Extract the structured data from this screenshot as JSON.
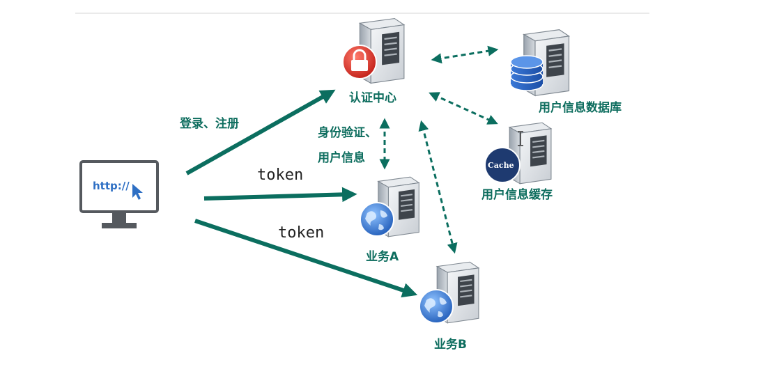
{
  "nodes": {
    "auth_center": "认证中心",
    "user_db": "用户信息数据库",
    "user_cache": "用户信息缓存",
    "service_a": "业务A",
    "service_b": "业务B"
  },
  "client": {
    "url_text": "http://"
  },
  "edges": {
    "login_register": "登录、注册",
    "auth_line1": "身份验证、",
    "auth_line2": "用户信息",
    "token_a": "token",
    "token_b": "token"
  },
  "icons": {
    "cache_badge": "Cache"
  },
  "colors": {
    "arrow": "#0b6e5f",
    "label": "#0d6d5e",
    "lock": "#d42a22",
    "globe": "#2f6fd0",
    "cache_badge": "#1e3a70"
  }
}
